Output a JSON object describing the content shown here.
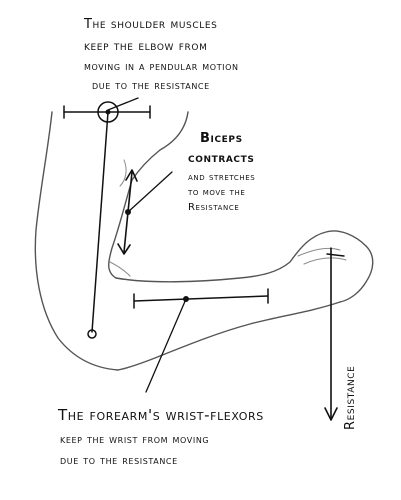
{
  "annotations": {
    "shoulder": [
      "The shoulder muscles",
      "keep the elbow from",
      "moving in a pendular motion",
      "due to the resistance"
    ],
    "biceps_title": [
      "Biceps",
      "contracts"
    ],
    "biceps_body": [
      "and stretches",
      "to move the",
      "Resistance"
    ],
    "forearm": [
      "The forearm's wrist-flexors",
      "keep the wrist from moving",
      "due to the resistance"
    ],
    "resistance_label": "Resistance"
  },
  "colors": {
    "ink": "#111111",
    "arm_outline": "#555555"
  }
}
